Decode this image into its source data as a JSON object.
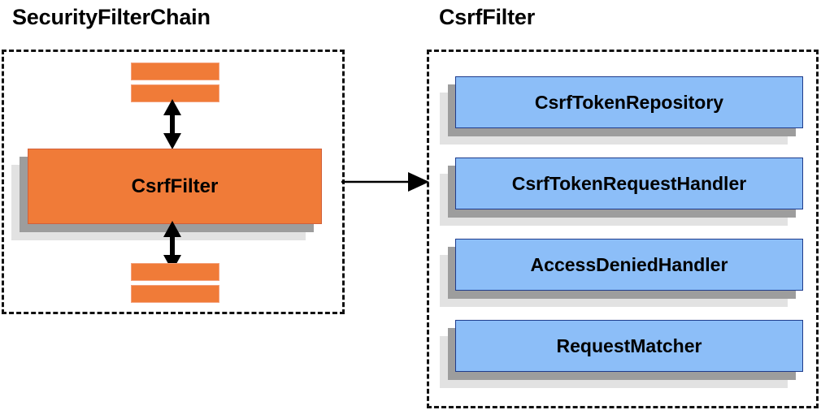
{
  "diagram": {
    "type": "component-relationship-diagram",
    "panels": [
      {
        "id": "security-filter-chain",
        "title": "SecurityFilterChain",
        "style": "dashed-container",
        "highlighted_component": {
          "label": "CsrfFilter",
          "fill": "#F07B38",
          "border": "#D1603A"
        },
        "anonymous_filters_above": 2,
        "anonymous_filters_below": 2,
        "connectors": [
          {
            "name": "chain-arrow-above",
            "kind": "double-headed-vertical"
          },
          {
            "name": "chain-arrow-below",
            "kind": "double-headed-vertical"
          }
        ]
      },
      {
        "id": "csrf-filter-detail",
        "title": "CsrfFilter",
        "style": "dashed-container",
        "components": [
          {
            "label": "CsrfTokenRepository",
            "fill": "#8CBEF8",
            "border": "#1F3C8C"
          },
          {
            "label": "CsrfTokenRequestHandler",
            "fill": "#8CBEF8",
            "border": "#1F3C8C"
          },
          {
            "label": "AccessDeniedHandler",
            "fill": "#8CBEF8",
            "border": "#1F3C8C"
          },
          {
            "label": "RequestMatcher",
            "fill": "#8CBEF8",
            "border": "#1F3C8C"
          }
        ]
      }
    ],
    "cross_panel_connector": {
      "name": "expansion-arrow",
      "kind": "single-headed-horizontal",
      "from": "security-filter-chain",
      "to": "csrf-filter-detail"
    },
    "colors": {
      "orange_fill": "#F07B38",
      "orange_border": "#D1603A",
      "orange_bar_border": "#F4A07A",
      "blue_fill": "#8CBEF8",
      "blue_border": "#1F3C8C",
      "shadow_near": "#9D9D9D",
      "shadow_far": "#E2E2E2",
      "outline": "#111111",
      "background": "#FFFFFF",
      "text": "#000000"
    }
  }
}
